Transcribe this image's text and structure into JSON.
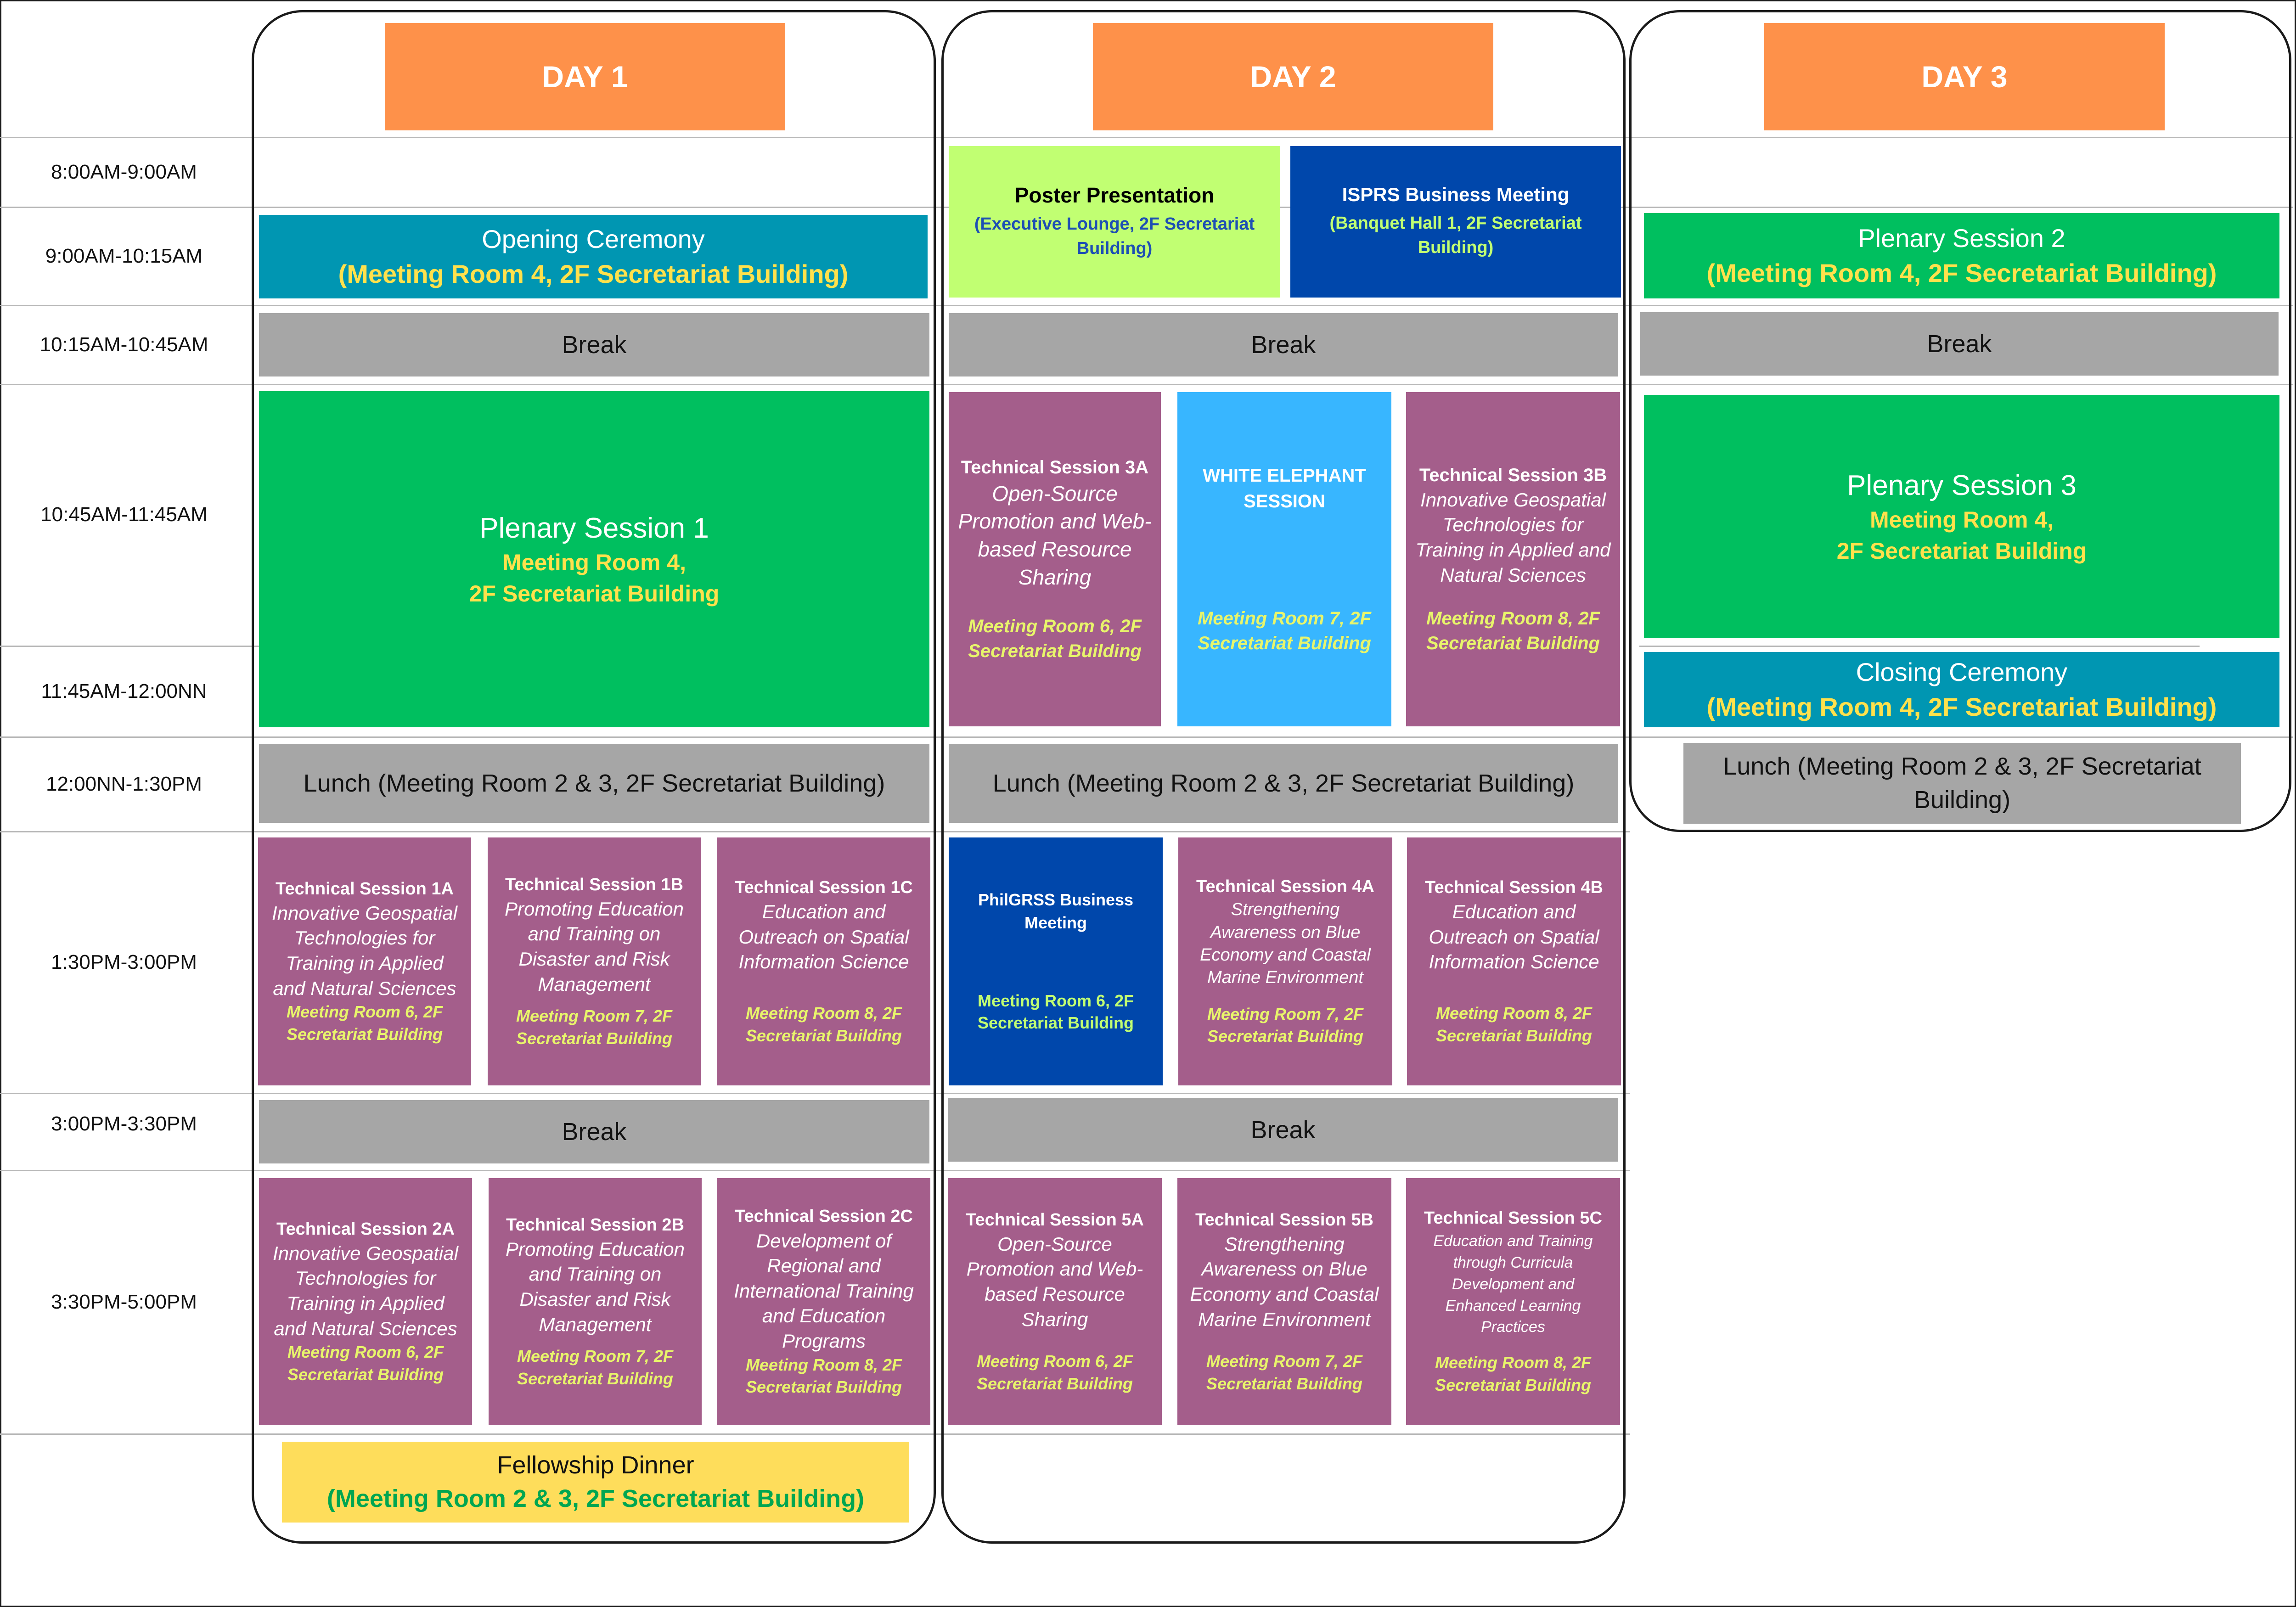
{
  "times": [
    "8:00AM-9:00AM",
    "9:00AM-10:15AM",
    "10:15AM-10:45AM",
    "10:45AM-11:45AM",
    "11:45AM-12:00NN",
    "12:00NN-1:30PM",
    "1:30PM-3:00PM",
    "3:00PM-3:30PM",
    "3:30PM-5:00PM"
  ],
  "days": [
    "DAY 1",
    "DAY 2",
    "DAY 3"
  ],
  "loc_room4_a": "(Meeting Room 4, 2F Secretariat Building)",
  "day1": {
    "opening": {
      "title": "Opening Ceremony",
      "loc": "(Meeting Room 4, 2F Secretariat Building)"
    },
    "break1": "Break",
    "plenary1": {
      "title": "Plenary Session 1",
      "loc1": "Meeting Room 4,",
      "loc2": "2F Secretariat Building"
    },
    "lunch": "Lunch (Meeting Room 2 & 3, 2F Secretariat Building)",
    "ts1a": {
      "title": "Technical Session 1A",
      "desc": "Innovative Geospatial Technologies for Training in Applied and Natural Sciences",
      "loc": "Meeting Room 6, 2F Secretariat Building"
    },
    "ts1b": {
      "title": "Technical Session 1B",
      "desc": "Promoting Education and Training on Disaster and Risk Management",
      "loc": "Meeting Room 7, 2F Secretariat Building"
    },
    "ts1c": {
      "title": "Technical Session 1C",
      "desc": "Education and Outreach on Spatial Information Science",
      "loc": "Meeting Room 8, 2F Secretariat Building"
    },
    "break2": "Break",
    "ts2a": {
      "title": "Technical Session 2A",
      "desc": "Innovative Geospatial Technologies for Training in Applied and Natural Sciences",
      "loc": "Meeting Room 6, 2F Secretariat Building"
    },
    "ts2b": {
      "title": "Technical Session 2B",
      "desc": "Promoting Education and Training on Disaster and Risk Management",
      "loc": "Meeting Room 7, 2F Secretariat Building"
    },
    "ts2c": {
      "title": "Technical Session 2C",
      "desc": "Development of Regional and International Training and Education Programs",
      "loc": "Meeting Room 8, 2F Secretariat Building"
    },
    "dinner": {
      "title": "Fellowship Dinner",
      "loc": "(Meeting Room 2 & 3, 2F Secretariat Building)"
    }
  },
  "day2": {
    "poster": {
      "title": "Poster Presentation",
      "loc": "(Executive Lounge, 2F Secretariat Building)"
    },
    "isprs": {
      "title": "ISPRS Business Meeting",
      "loc": "(Banquet Hall 1,  2F Secretariat Building)"
    },
    "break1": "Break",
    "ts3a": {
      "title": "Technical Session 3A",
      "desc": "Open-Source Promotion and Web-based Resource Sharing",
      "loc": "Meeting Room 6, 2F Secretariat Building"
    },
    "white": {
      "title": "WHITE ELEPHANT SESSION",
      "loc": "Meeting Room 7, 2F Secretariat Building"
    },
    "ts3b": {
      "title": "Technical Session 3B",
      "desc": "Innovative Geospatial Technologies for Training in Applied and Natural Sciences",
      "loc": "Meeting Room 8, 2F Secretariat Building"
    },
    "lunch": "Lunch (Meeting Room 2 & 3, 2F Secretariat Building)",
    "philgrss": {
      "title": "PhilGRSS Business Meeting",
      "loc": "Meeting Room 6, 2F Secretariat Building"
    },
    "ts4a": {
      "title": "Technical Session 4A",
      "desc": "Strengthening Awareness on Blue Economy and Coastal Marine Environment",
      "loc": "Meeting Room 7, 2F Secretariat Building"
    },
    "ts4b": {
      "title": "Technical Session 4B",
      "desc": "Education and Outreach on Spatial Information Science",
      "loc": "Meeting Room 8, 2F Secretariat Building"
    },
    "break2": "Break",
    "ts5a": {
      "title": "Technical Session 5A",
      "desc": "Open-Source Promotion and Web-based Resource Sharing",
      "loc": "Meeting Room 6, 2F Secretariat Building"
    },
    "ts5b": {
      "title": "Technical Session 5B",
      "desc": "Strengthening Awareness on Blue Economy and Coastal Marine Environment",
      "loc": "Meeting Room 7, 2F Secretariat Building"
    },
    "ts5c": {
      "title": "Technical Session 5C",
      "desc": "Education and Training through Curricula Development and Enhanced Learning Practices",
      "loc": "Meeting Room 8, 2F Secretariat Building"
    }
  },
  "day3": {
    "plenary2": {
      "title": "Plenary Session 2",
      "loc": "(Meeting Room 4, 2F Secretariat Building)"
    },
    "break1": "Break",
    "plenary3": {
      "title": "Plenary Session 3",
      "loc1": "Meeting Room 4,",
      "loc2": "2F Secretariat Building"
    },
    "closing": {
      "title": "Closing Ceremony",
      "loc": "(Meeting Room 4, 2F Secretariat Building)"
    },
    "lunch": "Lunch (Meeting Room 2 & 3, 2F Secretariat Building)"
  },
  "colors": {
    "header": "#fe914a",
    "break": "#a6a6a6",
    "ceremony": "#0096b2",
    "plenary": "#00bf5f",
    "technical": "#a45e8b",
    "poster": "#c1ff72",
    "business": "#0047ab",
    "white_elephant": "#38b6ff",
    "dinner": "#fedd5b"
  }
}
